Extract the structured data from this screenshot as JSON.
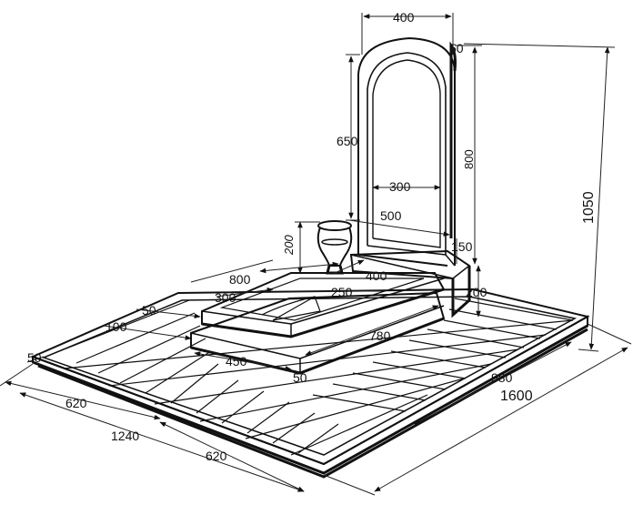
{
  "dimensions": {
    "stele_width": "400",
    "stele_top_thickness": "50",
    "stele_height_inner": "650",
    "stele_height": "800",
    "total_height": "1050",
    "inner_panel_width": "300",
    "stele_base_depth": "500",
    "vase_height": "200",
    "base_step_height": "150",
    "pedestal_width": "400",
    "platform_height": "200",
    "flowerbed_length": "800",
    "flowerbed_inner_width": "300",
    "flowerbed_top_width": "250",
    "flowerbed_border": "50",
    "tile_border": "100",
    "step_width": "450",
    "step_length": "780",
    "step_offset": "50",
    "curb_width_left": "50",
    "tile_half_left": "620",
    "tile_total_width": "1240",
    "tile_half_front": "620",
    "inner_depth": "980",
    "total_depth": "1600"
  }
}
